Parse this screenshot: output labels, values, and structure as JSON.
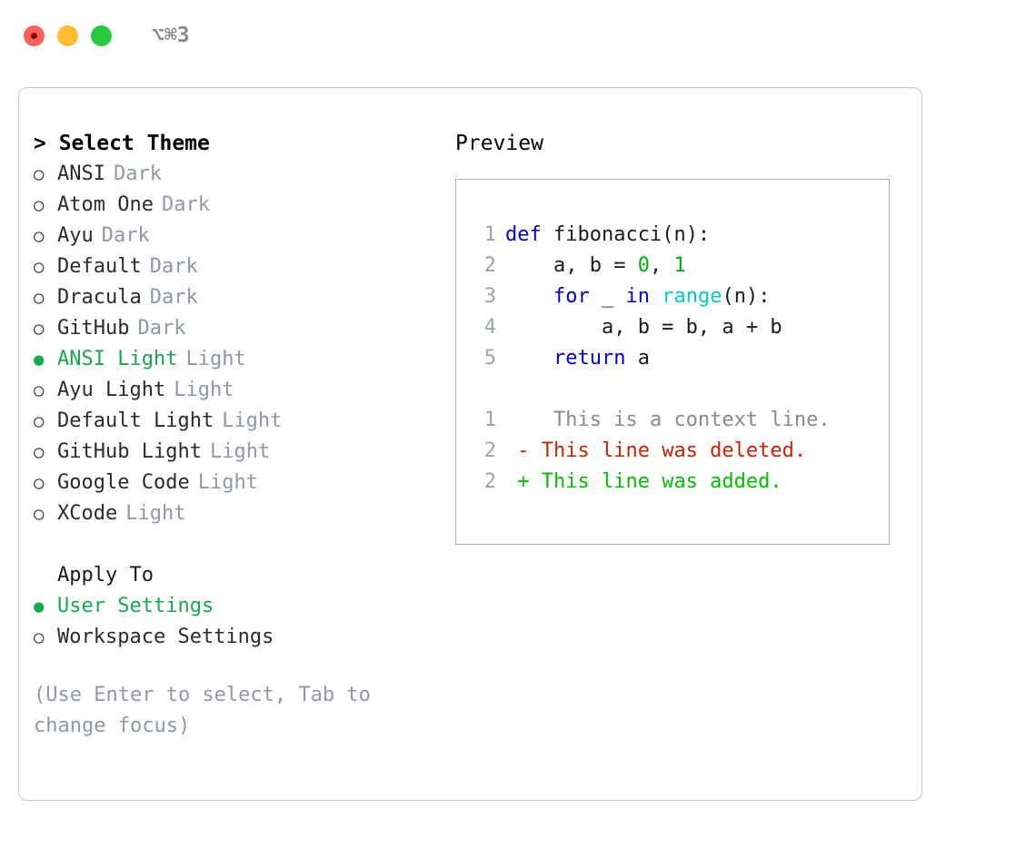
{
  "window": {
    "shortcut": "⌥⌘3",
    "traffic_lights": [
      "close",
      "minimize",
      "maximize"
    ],
    "colors": {
      "close": "#ff5f57",
      "minimize": "#febc2e",
      "maximize": "#28c840",
      "accent_green": "#17a94a",
      "muted": "#8e98a8",
      "border": "#c3c8d0"
    }
  },
  "theme_selector": {
    "heading": "> Select Theme",
    "selected_bullet": "●",
    "unselected_bullet": "○",
    "items": [
      {
        "name": "ANSI",
        "kind": "Dark",
        "selected": false
      },
      {
        "name": "Atom One",
        "kind": "Dark",
        "selected": false
      },
      {
        "name": "Ayu",
        "kind": "Dark",
        "selected": false
      },
      {
        "name": "Default",
        "kind": "Dark",
        "selected": false
      },
      {
        "name": "Dracula",
        "kind": "Dark",
        "selected": false
      },
      {
        "name": "GitHub",
        "kind": "Dark",
        "selected": false
      },
      {
        "name": "ANSI Light",
        "kind": "Light",
        "selected": true
      },
      {
        "name": "Ayu Light",
        "kind": "Light",
        "selected": false
      },
      {
        "name": "Default Light",
        "kind": "Light",
        "selected": false
      },
      {
        "name": "GitHub Light",
        "kind": "Light",
        "selected": false
      },
      {
        "name": "Google Code",
        "kind": "Light",
        "selected": false
      },
      {
        "name": "XCode",
        "kind": "Light",
        "selected": false
      }
    ]
  },
  "apply_to": {
    "heading": "Apply To",
    "options": [
      {
        "label": "User Settings",
        "selected": true
      },
      {
        "label": "Workspace Settings",
        "selected": false
      }
    ]
  },
  "hint": "(Use Enter to select, Tab to change focus)",
  "preview": {
    "heading": "Preview",
    "code_lines": [
      {
        "no": "1",
        "tokens": [
          {
            "t": "def",
            "c": "tok-kw"
          },
          {
            "t": " fibonacci(n):",
            "c": "tok-id"
          }
        ]
      },
      {
        "no": "2",
        "tokens": [
          {
            "t": "    a, b = ",
            "c": "tok-id"
          },
          {
            "t": "0",
            "c": "tok-num"
          },
          {
            "t": ", ",
            "c": "tok-id"
          },
          {
            "t": "1",
            "c": "tok-num"
          }
        ]
      },
      {
        "no": "3",
        "tokens": [
          {
            "t": "    ",
            "c": "tok-id"
          },
          {
            "t": "for",
            "c": "tok-kw"
          },
          {
            "t": " _ ",
            "c": "tok-id"
          },
          {
            "t": "in",
            "c": "tok-kw"
          },
          {
            "t": " ",
            "c": "tok-id"
          },
          {
            "t": "range",
            "c": "tok-fn"
          },
          {
            "t": "(n):",
            "c": "tok-id"
          }
        ]
      },
      {
        "no": "4",
        "tokens": [
          {
            "t": "        a, b = b, a + b",
            "c": "tok-id"
          }
        ]
      },
      {
        "no": "5",
        "tokens": [
          {
            "t": "    ",
            "c": "tok-id"
          },
          {
            "t": "return",
            "c": "tok-kw"
          },
          {
            "t": " a",
            "c": "tok-id"
          }
        ]
      }
    ],
    "diff_lines": [
      {
        "no": "1",
        "marker": " ",
        "text": "  This is a context line.",
        "c": "diff-ctx"
      },
      {
        "no": "2",
        "marker": "-",
        "text": " This line was deleted.",
        "c": "diff-del"
      },
      {
        "no": "2",
        "marker": "+",
        "text": " This line was added.",
        "c": "diff-add"
      }
    ]
  }
}
